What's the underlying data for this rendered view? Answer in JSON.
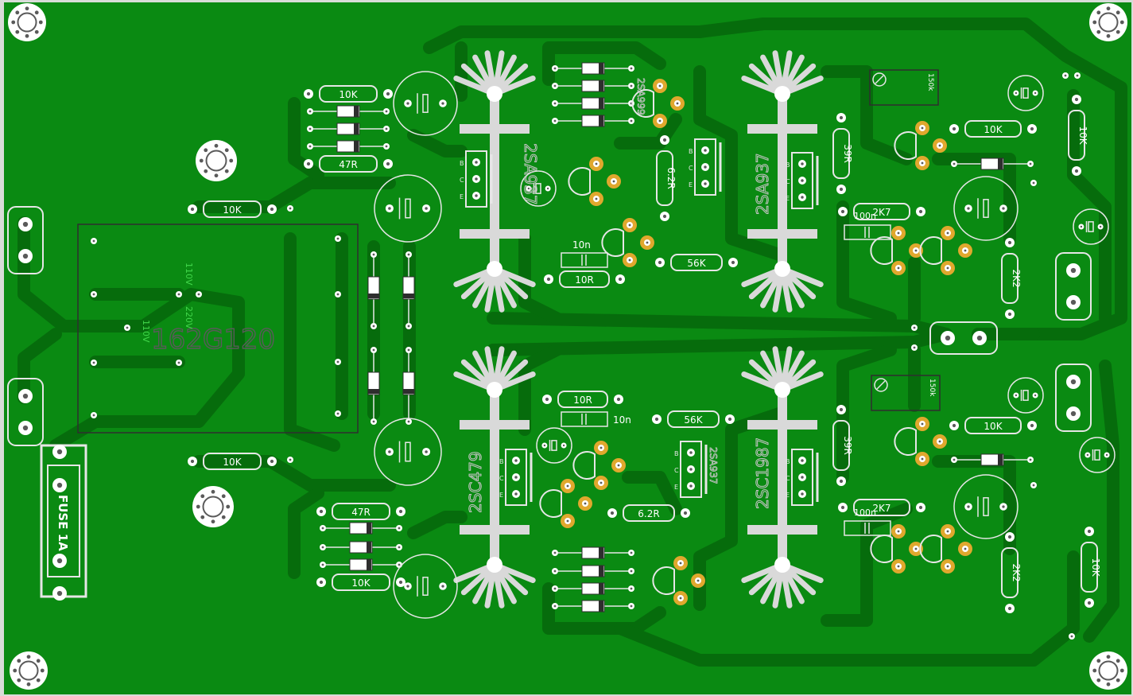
{
  "colors": {
    "board": "#0a8a12",
    "board_edge": "#d8dcd8",
    "trace": "#066c0c",
    "trace_edge": "#0e9a18",
    "silk": "#e6e6e6",
    "silk_dark": "#2e2e2e",
    "pad": "#ffffff",
    "pad_hole": "#5a5a5a",
    "copper_pad": "#e0a82e",
    "label_green": "#41d64a",
    "label_dim": "#c4c4c4",
    "heatsink": "#d9d9d9"
  },
  "resistors": [
    {
      "label": "10K"
    },
    {
      "label": "47R"
    },
    {
      "label": "10K"
    },
    {
      "label": "10K"
    },
    {
      "label": "47R"
    },
    {
      "label": "10K"
    },
    {
      "label": "10R"
    },
    {
      "label": "10R"
    },
    {
      "label": "56K"
    },
    {
      "label": "56K"
    },
    {
      "label": "6.2R"
    },
    {
      "label": "6.2R"
    },
    {
      "label": "10K"
    },
    {
      "label": "10K"
    },
    {
      "label": "10K"
    },
    {
      "label": "10K"
    },
    {
      "label": "39R"
    },
    {
      "label": "39R"
    },
    {
      "label": "2K7"
    },
    {
      "label": "2K7"
    },
    {
      "label": "2K2"
    },
    {
      "label": "2K2"
    }
  ],
  "capacitor_labels": {
    "c1": "10n",
    "c2": "10n",
    "c3": "100n",
    "c4": "100n"
  },
  "trimmer_labels": {
    "t1": "150k",
    "t2": "150k"
  },
  "transistor_labels": {
    "q1": "2SA937",
    "q2": "2SA937",
    "q3": "2SC479",
    "q4": "2SC1987",
    "q5": "2SA999",
    "q6": "2SA937"
  },
  "pin_letters": {
    "b": "B",
    "c": "C",
    "e": "E"
  },
  "transformer": {
    "label": "162G120",
    "v110a": "110V",
    "v110b": "110V",
    "v220": "220V"
  },
  "fuse": {
    "label": "FUSE 1A"
  }
}
